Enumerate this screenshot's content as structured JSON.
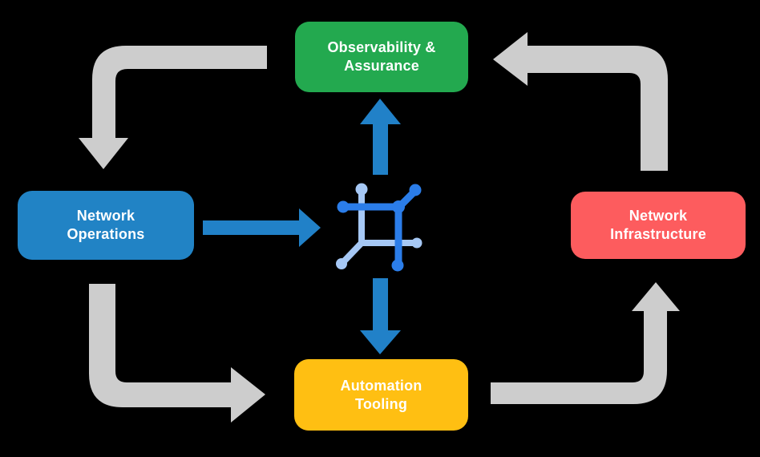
{
  "diagram": {
    "background_color": "#000000",
    "text_color": "#ffffff",
    "nodes": [
      {
        "id": "observability-assurance",
        "label": "Observability & Assurance",
        "line1": "Observability &",
        "line2": "Assurance",
        "color": "#23a94f",
        "position": "top-center"
      },
      {
        "id": "network-operations",
        "label": "Network Operations",
        "line1": "Network",
        "line2": "Operations",
        "color": "#2183c5",
        "position": "middle-left"
      },
      {
        "id": "network-infrastructure",
        "label": "Network Infrastructure",
        "line1": "Network",
        "line2": "Infrastructure",
        "color": "#fd5c5e",
        "position": "middle-right"
      },
      {
        "id": "automation-tooling",
        "label": "Automation Tooling",
        "line1": "Automation",
        "line2": "Tooling",
        "color": "#ffbf12",
        "position": "bottom-center"
      }
    ],
    "center_icon": {
      "name": "network-mesh-icon",
      "dark_blue": "#2b7de9",
      "light_blue": "#a6c8f5"
    },
    "arrows": {
      "gray_color": "#cdcdcd",
      "blue_color": "#2181c8",
      "cycle": [
        "observability-assurance to network-operations",
        "network-operations to automation-tooling",
        "automation-tooling to network-infrastructure",
        "network-infrastructure to observability-assurance"
      ],
      "center_links": [
        "network-operations to center-icon",
        "center-icon to observability-assurance",
        "center-icon to automation-tooling"
      ]
    }
  }
}
